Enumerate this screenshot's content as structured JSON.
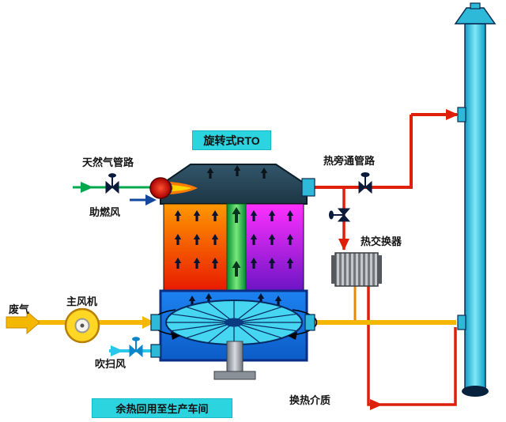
{
  "diagram": {
    "type": "process-flow-diagram",
    "title_box": "旋转式RTO",
    "labels": {
      "natural_gas": "天然气管路",
      "combustion_air": "助燃风",
      "waste_gas": "废气",
      "main_fan": "主风机",
      "purge_air": "吹扫风",
      "hot_bypass": "热旁通管路",
      "heat_exchanger": "热交换器",
      "heat_medium": "换热介质",
      "waste_heat_reuse": "余热回用至生产车间"
    },
    "colors": {
      "label_background": "#2bd4df",
      "waste_gas_pipe": "#f4b800",
      "hot_gas_pipe": "#de2008",
      "natural_gas_pipe": "#00a84c",
      "purge_air_pipe": "#28c8e8",
      "vessel_blue": "#1272e8",
      "chamber_hot": "#ff9800",
      "chamber_regen": "#ff30ff"
    }
  }
}
